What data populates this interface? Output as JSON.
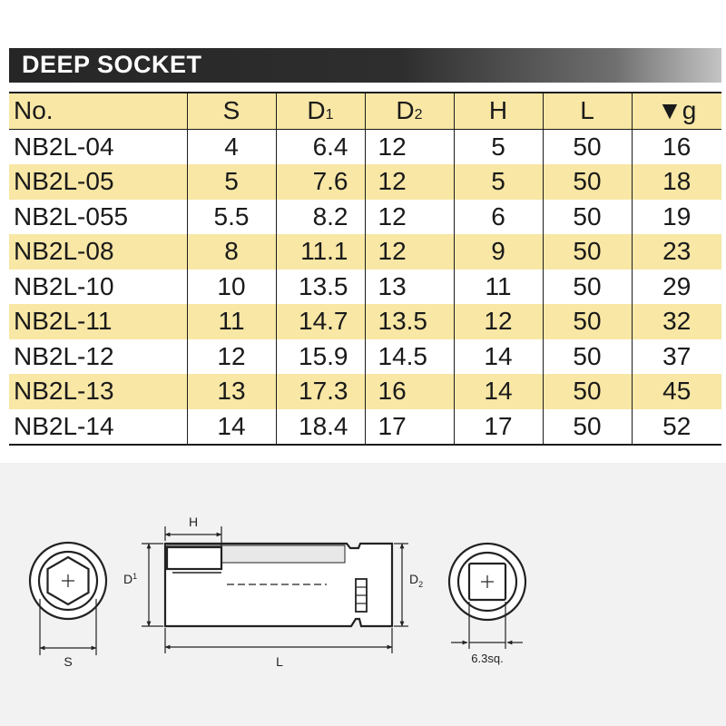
{
  "title": "DEEP SOCKET",
  "headers": [
    {
      "main": "No.",
      "sub": ""
    },
    {
      "main": "S",
      "sub": ""
    },
    {
      "main": "D",
      "sub": "1"
    },
    {
      "main": "D",
      "sub": "2"
    },
    {
      "main": "H",
      "sub": ""
    },
    {
      "main": "L",
      "sub": ""
    },
    {
      "main": "▼g",
      "sub": ""
    }
  ],
  "rows": [
    [
      "NB2L-04",
      "4",
      "6.4",
      "12",
      "5",
      "50",
      "16"
    ],
    [
      "NB2L-05",
      "5",
      "7.6",
      "12",
      "5",
      "50",
      "18"
    ],
    [
      "NB2L-055",
      "5.5",
      "8.2",
      "12",
      "6",
      "50",
      "19"
    ],
    [
      "NB2L-08",
      "8",
      "11.1",
      "12",
      "9",
      "50",
      "23"
    ],
    [
      "NB2L-10",
      "10",
      "13.5",
      "13",
      "11",
      "50",
      "29"
    ],
    [
      "NB2L-11",
      "11",
      "14.7",
      "13.5",
      "12",
      "50",
      "32"
    ],
    [
      "NB2L-12",
      "12",
      "15.9",
      "14.5",
      "14",
      "50",
      "37"
    ],
    [
      "NB2L-13",
      "13",
      "17.3",
      "16",
      "14",
      "50",
      "45"
    ],
    [
      "NB2L-14",
      "14",
      "18.4",
      "17",
      "17",
      "50",
      "52"
    ]
  ],
  "diagram": {
    "label_s": "S",
    "label_h": "H",
    "label_l": "L",
    "label_d1_main": "D",
    "label_d1_sub": "1",
    "label_d2_main": "D",
    "label_d2_sub": "2",
    "label_drive": "6.3sq."
  },
  "colors": {
    "band": "#f8e7a5",
    "title_bar": "#262626",
    "diagram_bg": "#f2f2f2"
  }
}
